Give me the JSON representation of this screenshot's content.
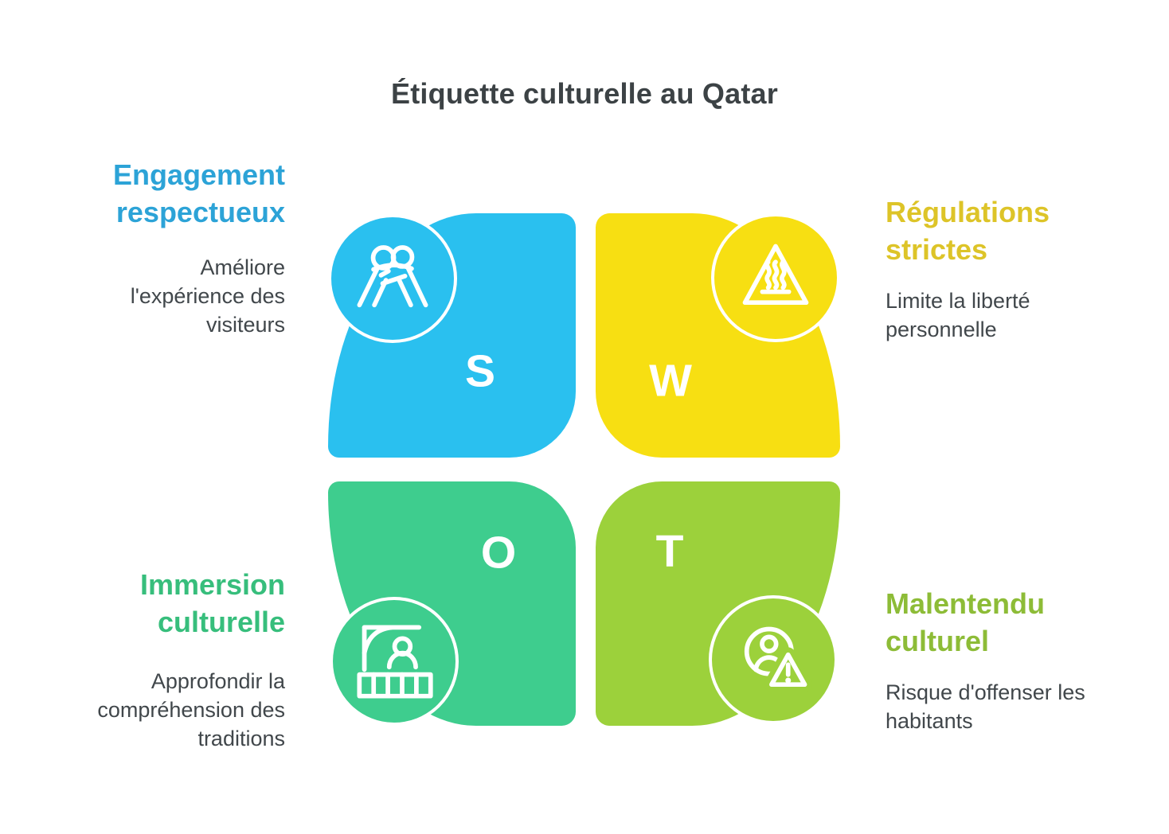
{
  "title": "Étiquette culturelle au Qatar",
  "diagram_type": "SWOT",
  "colors": {
    "strengths_petal": "#2ac0ef",
    "weaknesses_petal": "#f7df12",
    "opportunities_petal": "#3ecd8e",
    "threats_petal": "#9cd13b",
    "strengths_heading": "#2ca3d7",
    "weaknesses_heading": "#ddc428",
    "opportunities_heading": "#37be7c",
    "threats_heading": "#8dbc37",
    "body_text": "#41474b",
    "title_text": "#3c4245",
    "letter_text": "#ffffff"
  },
  "quadrants": {
    "strengths": {
      "letter": "S",
      "heading": "Engagement\nrespectueux",
      "description": "Améliore l'expérience des visiteurs",
      "icon": "people-hugging-icon"
    },
    "weaknesses": {
      "letter": "W",
      "heading": "Régulations\nstrictes",
      "description": "Limite la liberté personnelle",
      "icon": "hot-surface-warning-icon"
    },
    "opportunities": {
      "letter": "O",
      "heading": "Immersion\nculturelle",
      "description": "Approfondir la compréhension des traditions",
      "icon": "theater-stage-icon"
    },
    "threats": {
      "letter": "T",
      "heading": "Malentendu\nculturel",
      "description": "Risque d'offenser les habitants",
      "icon": "user-alert-icon"
    }
  }
}
